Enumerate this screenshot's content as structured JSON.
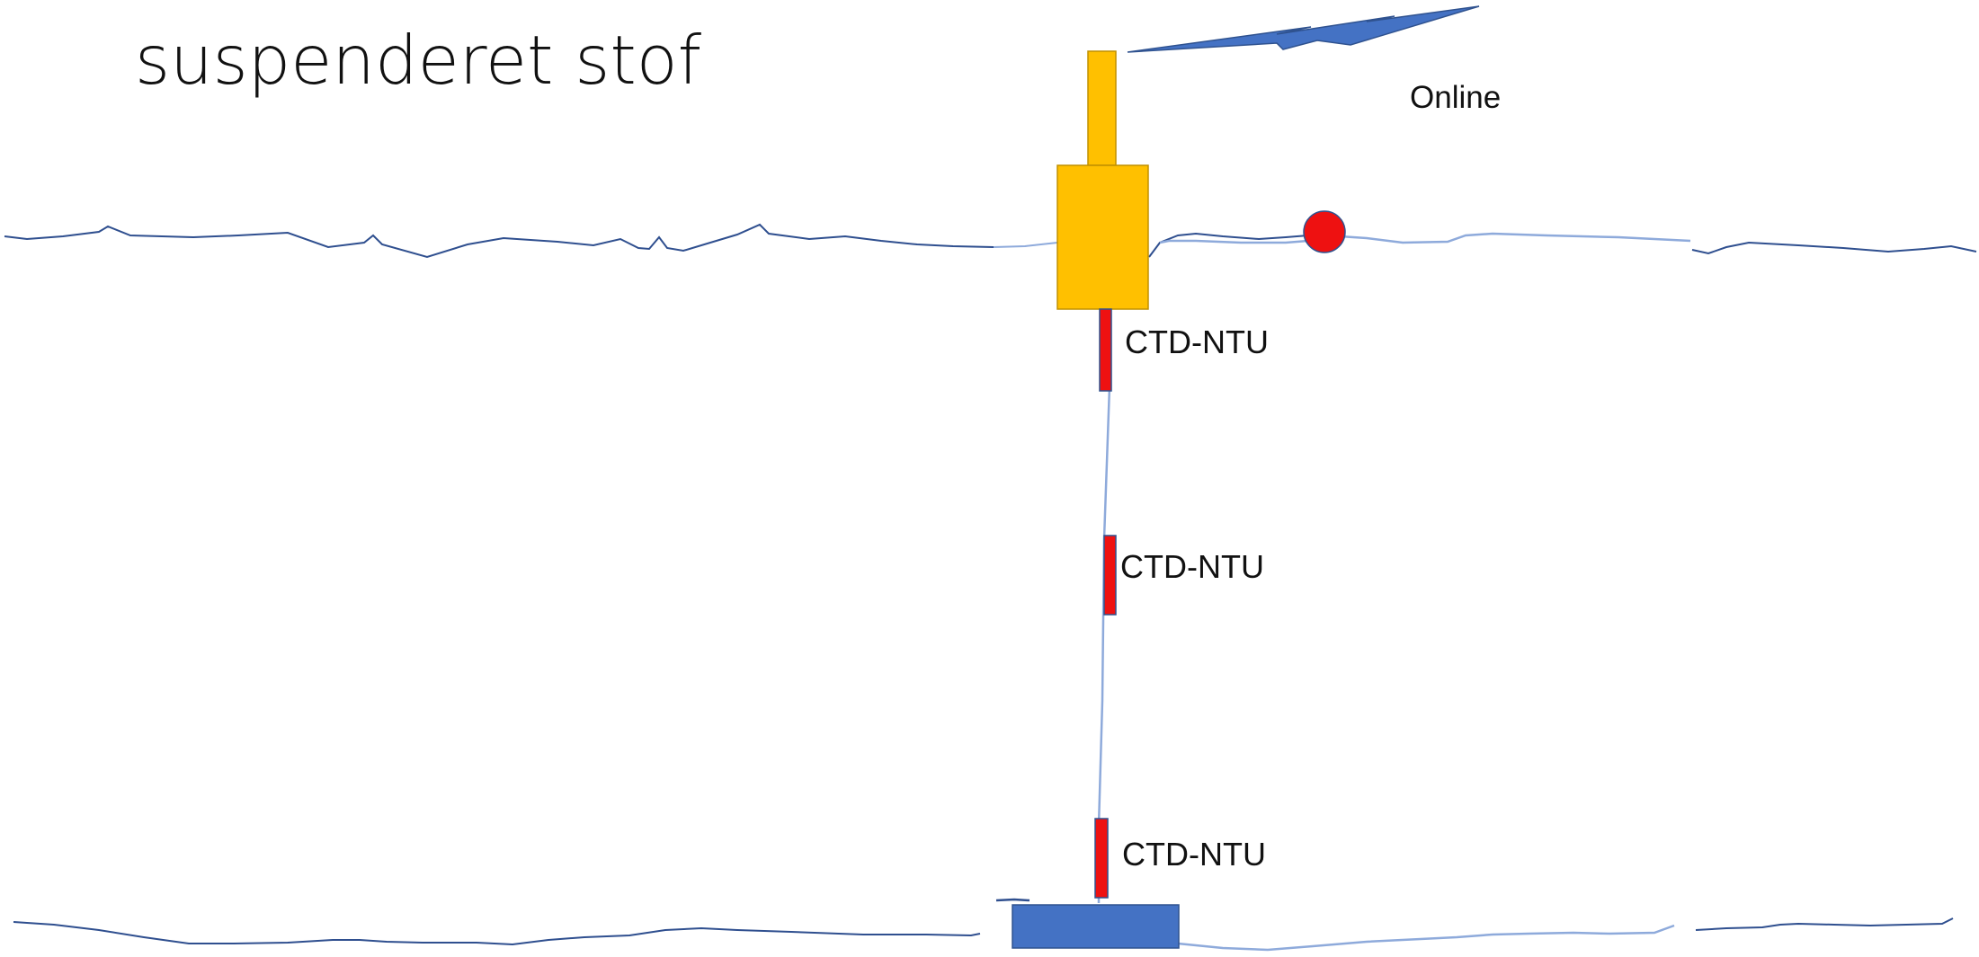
{
  "title": "suspenderet stof",
  "signal": {
    "label": "Online",
    "icon": "lightning-bolt-icon"
  },
  "sensors": [
    {
      "label": "CTD-NTU"
    },
    {
      "label": "CTD-NTU"
    },
    {
      "label": "CTD-NTU"
    }
  ],
  "colors": {
    "water_line": "#2f4f8f",
    "mooring_line": "#8eaadb",
    "surface_buoy": "#ffc000",
    "surface_buoy_edge": "#c09000",
    "sensor": "#ee1111",
    "sensor_edge": "#2f528f",
    "marker_buoy": "#ee1111",
    "anchor": "#4472c4",
    "signal_bolt": "#4472c4"
  }
}
